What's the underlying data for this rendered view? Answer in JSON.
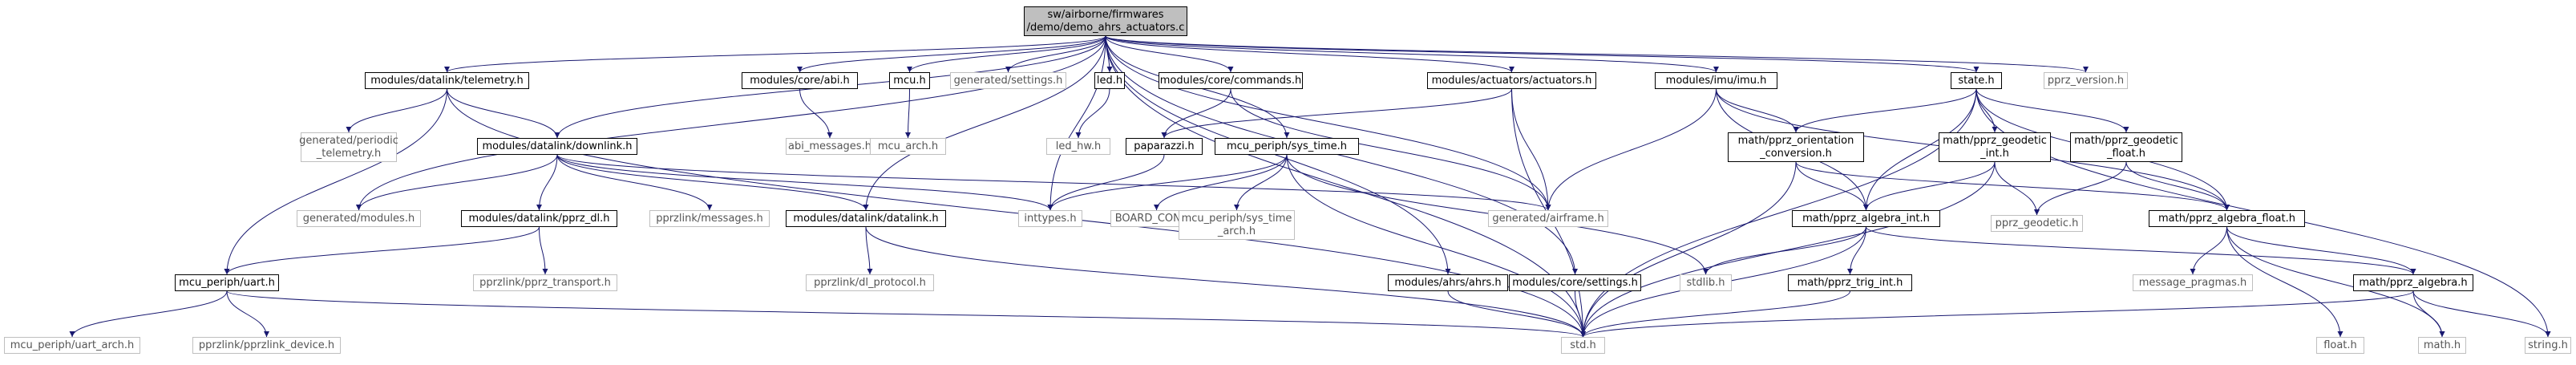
{
  "nodes": [
    {
      "id": "root",
      "label": "sw/airborne/firmwares\n/demo/demo_ahrs_actuators.c",
      "kind": "root"
    },
    {
      "id": "telemetry",
      "label": "modules/datalink/telemetry.h",
      "kind": "int"
    },
    {
      "id": "abi",
      "label": "modules/core/abi.h",
      "kind": "int"
    },
    {
      "id": "mcu",
      "label": "mcu.h",
      "kind": "int"
    },
    {
      "id": "gensettings",
      "label": "generated/settings.h",
      "kind": "ext"
    },
    {
      "id": "led",
      "label": "led.h",
      "kind": "int"
    },
    {
      "id": "commands",
      "label": "modules/core/commands.h",
      "kind": "int"
    },
    {
      "id": "actuators",
      "label": "modules/actuators/actuators.h",
      "kind": "int"
    },
    {
      "id": "imu",
      "label": "modules/imu/imu.h",
      "kind": "int"
    },
    {
      "id": "state",
      "label": "state.h",
      "kind": "int"
    },
    {
      "id": "pprzversion",
      "label": "pprz_version.h",
      "kind": "ext"
    },
    {
      "id": "genperiodic",
      "label": "generated/periodic\n_telemetry.h",
      "kind": "ext"
    },
    {
      "id": "downlink",
      "label": "modules/datalink/downlink.h",
      "kind": "int"
    },
    {
      "id": "abimsg",
      "label": "abi_messages.h",
      "kind": "ext"
    },
    {
      "id": "mcuarch",
      "label": "mcu_arch.h",
      "kind": "ext"
    },
    {
      "id": "ledhw",
      "label": "led_hw.h",
      "kind": "ext"
    },
    {
      "id": "paparazzi",
      "label": "paparazzi.h",
      "kind": "int"
    },
    {
      "id": "systime",
      "label": "mcu_periph/sys_time.h",
      "kind": "int"
    },
    {
      "id": "orient",
      "label": "math/pprz_orientation\n_conversion.h",
      "kind": "int"
    },
    {
      "id": "geoint",
      "label": "math/pprz_geodetic\n_int.h",
      "kind": "int"
    },
    {
      "id": "geofloat",
      "label": "math/pprz_geodetic\n_float.h",
      "kind": "int"
    },
    {
      "id": "genmodules",
      "label": "generated/modules.h",
      "kind": "ext"
    },
    {
      "id": "pprzdl",
      "label": "modules/datalink/pprz_dl.h",
      "kind": "int"
    },
    {
      "id": "pprzmsgs",
      "label": "pprzlink/messages.h",
      "kind": "ext"
    },
    {
      "id": "datalink",
      "label": "modules/datalink/datalink.h",
      "kind": "int"
    },
    {
      "id": "inttypes",
      "label": "inttypes.h",
      "kind": "ext"
    },
    {
      "id": "boardcfg",
      "label": "BOARD_CONFIG",
      "kind": "ext"
    },
    {
      "id": "systimearch",
      "label": "mcu_periph/sys_time\n_arch.h",
      "kind": "ext"
    },
    {
      "id": "airframe",
      "label": "generated/airframe.h",
      "kind": "ext"
    },
    {
      "id": "algint",
      "label": "math/pprz_algebra_int.h",
      "kind": "int"
    },
    {
      "id": "geodetic",
      "label": "pprz_geodetic.h",
      "kind": "ext"
    },
    {
      "id": "algfloat",
      "label": "math/pprz_algebra_float.h",
      "kind": "int"
    },
    {
      "id": "uart",
      "label": "mcu_periph/uart.h",
      "kind": "int"
    },
    {
      "id": "transport",
      "label": "pprzlink/pprz_transport.h",
      "kind": "ext"
    },
    {
      "id": "dlproto",
      "label": "pprzlink/dl_protocol.h",
      "kind": "ext"
    },
    {
      "id": "ahrs",
      "label": "modules/ahrs/ahrs.h",
      "kind": "int"
    },
    {
      "id": "settings",
      "label": "modules/core/settings.h",
      "kind": "int"
    },
    {
      "id": "stdlib",
      "label": "stdlib.h",
      "kind": "ext"
    },
    {
      "id": "trigint",
      "label": "math/pprz_trig_int.h",
      "kind": "int"
    },
    {
      "id": "pragmas",
      "label": "message_pragmas.h",
      "kind": "ext"
    },
    {
      "id": "algebra",
      "label": "math/pprz_algebra.h",
      "kind": "int"
    },
    {
      "id": "uartarch",
      "label": "mcu_periph/uart_arch.h",
      "kind": "ext"
    },
    {
      "id": "device",
      "label": "pprzlink/pprzlink_device.h",
      "kind": "ext"
    },
    {
      "id": "stdh",
      "label": "std.h",
      "kind": "ext"
    },
    {
      "id": "floath",
      "label": "float.h",
      "kind": "ext"
    },
    {
      "id": "mathh",
      "label": "math.h",
      "kind": "ext"
    },
    {
      "id": "stringh",
      "label": "string.h",
      "kind": "ext"
    }
  ],
  "edges": [
    [
      "root",
      "telemetry"
    ],
    [
      "root",
      "abi"
    ],
    [
      "root",
      "mcu"
    ],
    [
      "root",
      "gensettings"
    ],
    [
      "root",
      "led"
    ],
    [
      "root",
      "commands"
    ],
    [
      "root",
      "actuators"
    ],
    [
      "root",
      "imu"
    ],
    [
      "root",
      "state"
    ],
    [
      "root",
      "pprzversion"
    ],
    [
      "root",
      "downlink"
    ],
    [
      "root",
      "datalink"
    ],
    [
      "root",
      "systime"
    ],
    [
      "root",
      "ahrs"
    ],
    [
      "root",
      "settings"
    ],
    [
      "root",
      "stdh"
    ],
    [
      "root",
      "genmodules"
    ],
    [
      "root",
      "inttypes"
    ],
    [
      "root",
      "airframe"
    ],
    [
      "telemetry",
      "genperiodic"
    ],
    [
      "telemetry",
      "downlink"
    ],
    [
      "telemetry",
      "uart"
    ],
    [
      "telemetry",
      "stdh"
    ],
    [
      "abi",
      "abimsg"
    ],
    [
      "mcu",
      "mcuarch"
    ],
    [
      "led",
      "ledhw"
    ],
    [
      "commands",
      "paparazzi"
    ],
    [
      "commands",
      "airframe"
    ],
    [
      "actuators",
      "paparazzi"
    ],
    [
      "actuators",
      "airframe"
    ],
    [
      "actuators",
      "stdh"
    ],
    [
      "imu",
      "orient"
    ],
    [
      "imu",
      "algint"
    ],
    [
      "imu",
      "airframe"
    ],
    [
      "imu",
      "algfloat"
    ],
    [
      "state",
      "orient"
    ],
    [
      "state",
      "geoint"
    ],
    [
      "state",
      "geofloat"
    ],
    [
      "state",
      "algint"
    ],
    [
      "state",
      "algfloat"
    ],
    [
      "state",
      "stdh"
    ],
    [
      "state",
      "stringh"
    ],
    [
      "downlink",
      "genmodules"
    ],
    [
      "downlink",
      "pprzdl"
    ],
    [
      "downlink",
      "pprzmsgs"
    ],
    [
      "downlink",
      "datalink"
    ],
    [
      "downlink",
      "inttypes"
    ],
    [
      "downlink",
      "airframe"
    ],
    [
      "paparazzi",
      "inttypes"
    ],
    [
      "systime",
      "inttypes"
    ],
    [
      "systime",
      "boardcfg"
    ],
    [
      "systime",
      "systimearch"
    ],
    [
      "systime",
      "stdlib"
    ],
    [
      "systime",
      "stdh"
    ],
    [
      "orient",
      "algint"
    ],
    [
      "orient",
      "algfloat"
    ],
    [
      "orient",
      "stdh"
    ],
    [
      "geoint",
      "geodetic"
    ],
    [
      "geoint",
      "algint"
    ],
    [
      "geoint",
      "stdh"
    ],
    [
      "geofloat",
      "geodetic"
    ],
    [
      "geofloat",
      "algfloat"
    ],
    [
      "pprzdl",
      "transport"
    ],
    [
      "pprzdl",
      "uart"
    ],
    [
      "datalink",
      "dlproto"
    ],
    [
      "datalink",
      "stdh"
    ],
    [
      "algint",
      "stdlib"
    ],
    [
      "algint",
      "trigint"
    ],
    [
      "algint",
      "stdh"
    ],
    [
      "algint",
      "algebra"
    ],
    [
      "algfloat",
      "pragmas"
    ],
    [
      "algfloat",
      "algebra"
    ],
    [
      "algfloat",
      "floath"
    ],
    [
      "algfloat",
      "mathh"
    ],
    [
      "uart",
      "uartarch"
    ],
    [
      "uart",
      "device"
    ],
    [
      "uart",
      "stdh"
    ],
    [
      "ahrs",
      "stdh"
    ],
    [
      "settings",
      "stdh"
    ],
    [
      "trigint",
      "stdh"
    ],
    [
      "algebra",
      "stdh"
    ],
    [
      "algebra",
      "mathh"
    ],
    [
      "algebra",
      "stringh"
    ]
  ]
}
